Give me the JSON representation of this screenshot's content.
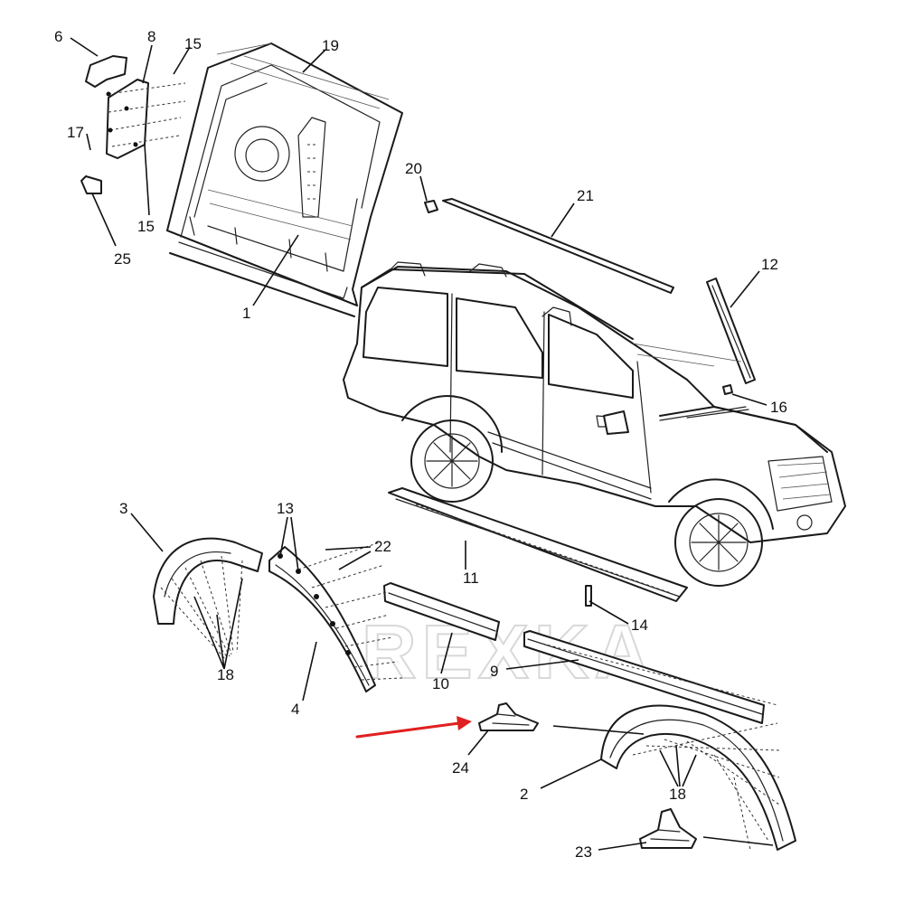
{
  "watermark": "REXKA",
  "arrow_color": "#e02020",
  "line_color": "#1a1a1a",
  "callouts": {
    "c1": "1",
    "c2": "2",
    "c3": "3",
    "c4": "4",
    "c6": "6",
    "c8": "8",
    "c9": "9",
    "c10": "10",
    "c11": "11",
    "c12": "12",
    "c13": "13",
    "c14": "14",
    "c15a": "15",
    "c15b": "15",
    "c16": "16",
    "c17": "17",
    "c18a": "18",
    "c18b": "18",
    "c19": "19",
    "c20": "20",
    "c21": "21",
    "c22": "22",
    "c23": "23",
    "c24": "24",
    "c25": "25"
  },
  "highlight": {
    "target_callout": "24",
    "arrow": "red-arrow-icon"
  }
}
